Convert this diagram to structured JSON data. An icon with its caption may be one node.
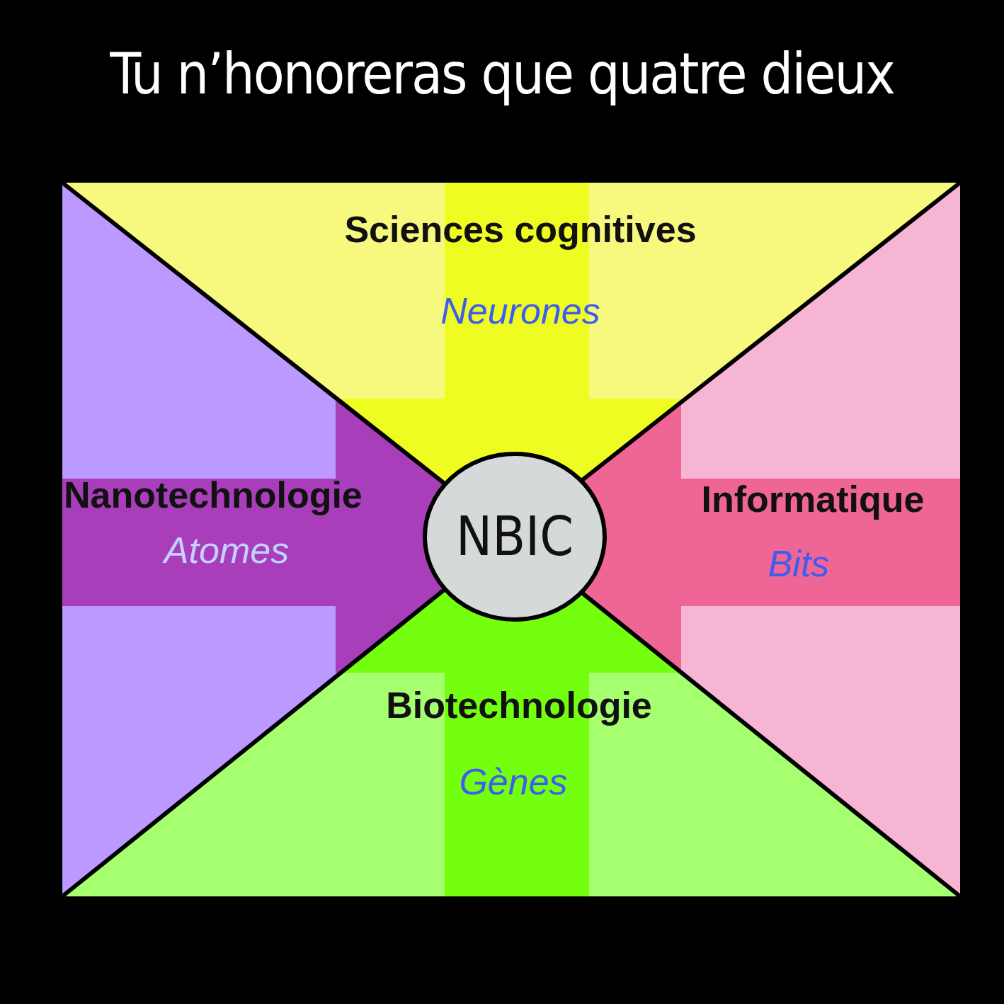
{
  "diagram": {
    "title": "Tu n’honoreras que quatre dieux",
    "nodes": [
      {
        "text": [
          "Sciences cognitives",
          "Neurones"
        ]
      },
      {
        "text": [
          "Nanotechnologie",
          "Atomes"
        ]
      },
      {
        "text": [
          "NBIC"
        ]
      },
      {
        "text": [
          "Informatique",
          "Bits"
        ]
      },
      {
        "text": [
          "Biotechnologie",
          "Gènes"
        ]
      }
    ]
  }
}
